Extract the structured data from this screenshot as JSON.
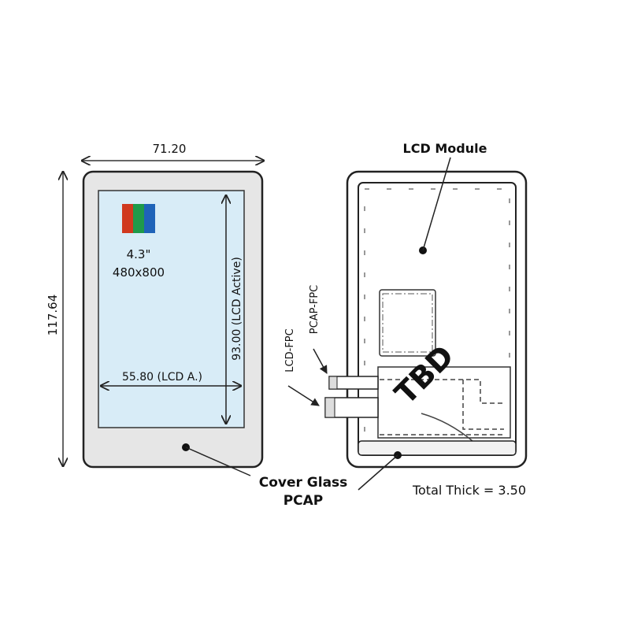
{
  "front_view": {
    "width_dim": "71.20",
    "height_dim": "117.64",
    "size": "4.3\"",
    "resolution": "480x800",
    "active_height_dim": "93.00 (LCD Active)",
    "active_width_dim": "55.80 (LCD A.)",
    "rgb_colors": [
      "#d0391f",
      "#1f9a4a",
      "#1f63b8"
    ],
    "screen_color": "#d8ecf7",
    "bezel_color": "#e6e6e6"
  },
  "back_view": {
    "module_label": "LCD Module",
    "lcd_fpc_label": "LCD-FPC",
    "pcap_fpc_label": "PCAP-FPC",
    "tbd_label": "TBD"
  },
  "labels": {
    "cover_glass_line1": "Cover Glass",
    "cover_glass_line2": "PCAP",
    "total_thick": "Total Thick = 3.50"
  }
}
